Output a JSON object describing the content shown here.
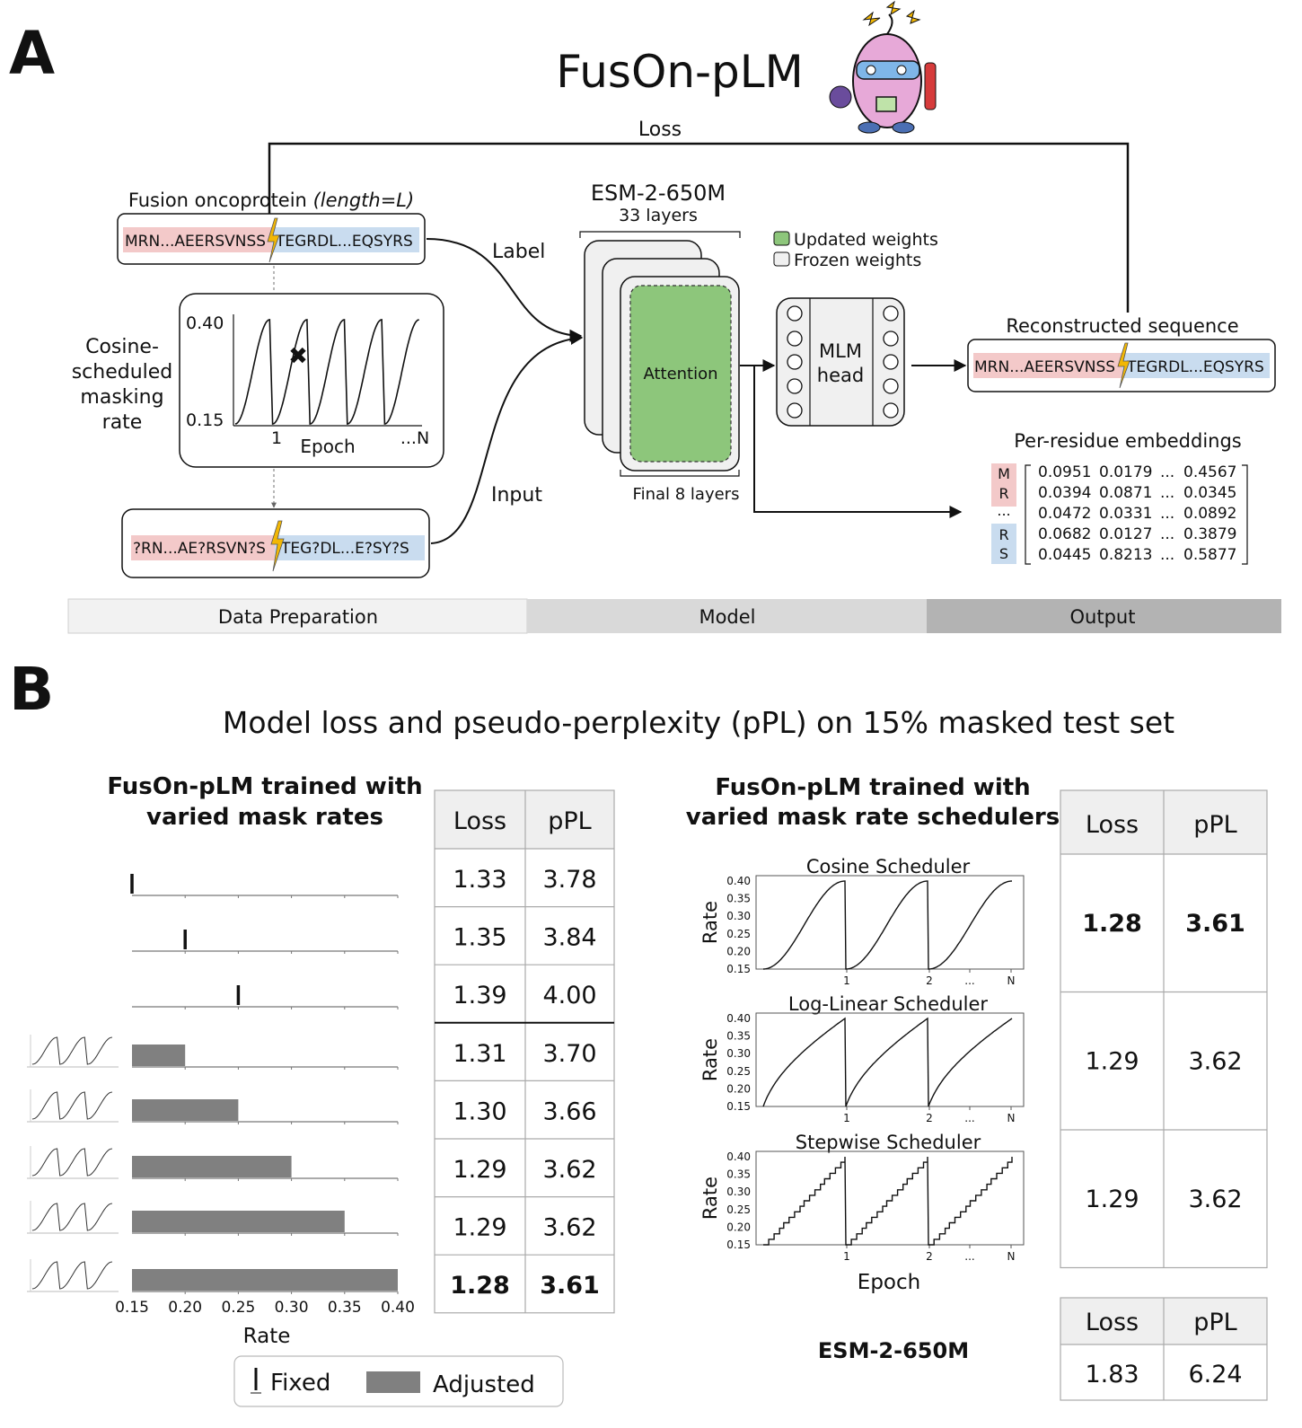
{
  "panel_a": {
    "label": "A",
    "title": "FusOn-pLM",
    "loss_label": "Loss",
    "fusion_label": "Fusion oncoprotein",
    "fusion_label_italic": "(length=L)",
    "input_left": "MRN...AEERSVNSS",
    "input_right": "TEGRDL...EQSYRS",
    "label_arrow": "Label",
    "input_arrow": "Input",
    "cosine": {
      "label_lines": [
        "Cosine-",
        "scheduled",
        "masking",
        "rate"
      ],
      "y_top": "0.40",
      "y_bottom": "0.15",
      "x_start": "1",
      "x_label": "Epoch",
      "x_end": "...N"
    },
    "masked_left": "?RN...AE?RSVN?S",
    "masked_right": "TEG?DL...E?SY?S",
    "esm_title": "ESM-2-650M",
    "esm_layers": "33 layers",
    "attention": "Attention",
    "final_layers": "Final 8 layers",
    "legend_updated": "Updated weights",
    "legend_frozen": "Frozen weights",
    "mlm_head": [
      "MLM",
      "head"
    ],
    "reconstructed_label": "Reconstructed sequence",
    "recon_left": "MRN...AEERSVNSS",
    "recon_right": "TEGRDL...EQSYRS",
    "embeddings_label": "Per-residue embeddings",
    "embedding_letters": [
      "M",
      "R",
      "...",
      "R",
      "S"
    ],
    "embedding_rows": [
      [
        "0.0951",
        "0.0179",
        "...",
        "0.4567"
      ],
      [
        "0.0394",
        "0.0871",
        "...",
        "0.0345"
      ],
      [
        "0.0472",
        "0.0331",
        "...",
        "0.0892"
      ],
      [
        "0.0682",
        "0.0127",
        "...",
        "0.3879"
      ],
      [
        "0.0445",
        "0.8213",
        "...",
        "0.5877"
      ]
    ],
    "stages": [
      "Data Preparation",
      "Model",
      "Output"
    ]
  },
  "panel_b": {
    "label": "B",
    "title": "Model loss and pseudo-perplexity (pPL) on 15% masked test set",
    "left_title": [
      "FusOn-pLM trained with",
      "varied mask rates"
    ],
    "right_title": [
      "FusOn-pLM trained with",
      "varied mask rate schedulers"
    ],
    "rate_axis_label": "Rate",
    "rate_ticks": [
      "0.15",
      "0.20",
      "0.25",
      "0.30",
      "0.35",
      "0.40"
    ],
    "legend": {
      "fixed": "Fixed",
      "adjusted": "Adjusted"
    },
    "table_headers": [
      "Loss",
      "pPL"
    ],
    "scheduler_titles": [
      "Cosine Scheduler",
      "Log-Linear Scheduler",
      "Stepwise Scheduler"
    ],
    "scheduler_y_label": "Rate",
    "scheduler_y_ticks": [
      "0.40",
      "0.35",
      "0.30",
      "0.25",
      "0.20",
      "0.15"
    ],
    "scheduler_x_ticks": [
      "1",
      "2",
      "...",
      "N"
    ],
    "scheduler_x_label": "Epoch",
    "esm_label": "ESM-2-650M",
    "colors": {
      "bar": "#808080",
      "red_seq": "#f3c9c9",
      "blue_seq": "#c9dcef",
      "attention": "#8dc67b",
      "stage1": "#f2f2f2",
      "stage2": "#d9d9d9",
      "stage3": "#b3b3b3"
    }
  },
  "chart_data": [
    {
      "type": "bar",
      "title": "FusOn-pLM trained with varied mask rates",
      "xlabel": "Rate",
      "xlim": [
        0.15,
        0.4
      ],
      "rows": [
        {
          "kind": "Fixed",
          "rate": 0.15,
          "loss": "1.33",
          "ppl": "3.78",
          "bold": false
        },
        {
          "kind": "Fixed",
          "rate": 0.2,
          "loss": "1.35",
          "ppl": "3.84",
          "bold": false
        },
        {
          "kind": "Fixed",
          "rate": 0.25,
          "loss": "1.39",
          "ppl": "4.00",
          "bold": false
        },
        {
          "kind": "Adjusted",
          "rate": 0.2,
          "loss": "1.31",
          "ppl": "3.70",
          "bold": false
        },
        {
          "kind": "Adjusted",
          "rate": 0.25,
          "loss": "1.30",
          "ppl": "3.66",
          "bold": false
        },
        {
          "kind": "Adjusted",
          "rate": 0.3,
          "loss": "1.29",
          "ppl": "3.62",
          "bold": false
        },
        {
          "kind": "Adjusted",
          "rate": 0.35,
          "loss": "1.29",
          "ppl": "3.62",
          "bold": false
        },
        {
          "kind": "Adjusted",
          "rate": 0.4,
          "loss": "1.28",
          "ppl": "3.61",
          "bold": true
        }
      ]
    },
    {
      "type": "line",
      "title": "FusOn-pLM trained with varied mask rate schedulers",
      "xlabel": "Epoch",
      "ylabel": "Rate",
      "ylim": [
        0.15,
        0.4
      ],
      "schedulers": [
        {
          "name": "Cosine Scheduler",
          "shape": "cosine",
          "loss": "1.28",
          "ppl": "3.61",
          "bold": true
        },
        {
          "name": "Log-Linear Scheduler",
          "shape": "loglinear",
          "loss": "1.29",
          "ppl": "3.62",
          "bold": false
        },
        {
          "name": "Stepwise Scheduler",
          "shape": "stepwise",
          "loss": "1.29",
          "ppl": "3.62",
          "bold": false
        }
      ],
      "esm": {
        "name": "ESM-2-650M",
        "loss": "1.83",
        "ppl": "6.24"
      }
    }
  ]
}
